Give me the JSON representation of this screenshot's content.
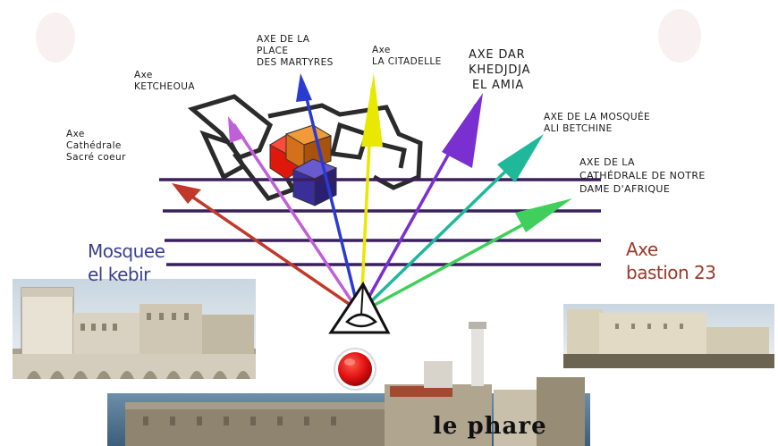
{
  "labels": {
    "ketcheoua": [
      "Axe",
      "KETCHEOUA"
    ],
    "place_martyres": [
      "AXE DE LA",
      "PLACE",
      "DES MARTYRES"
    ],
    "citadelle": [
      "Axe",
      "LA CITADELLE"
    ],
    "dar_khedjdja": [
      "AXE DAR",
      "KHEDJDJA",
      "EL AMIA"
    ],
    "cathedrale_sacre_coeur": [
      "Axe",
      "Cathédrale",
      "Sacré coeur"
    ],
    "mosquee_ali_betchine": [
      "AXE DE LA MOSQUÉE",
      "ALI BETCHINE"
    ],
    "notre_dame": [
      "AXE DE LA",
      "CATHÉDRALE DE NOTRE",
      "DAME D'AFRIQUE"
    ]
  },
  "side_labels": {
    "mosquee_kebir": [
      "Mosquee",
      "el kebir"
    ],
    "bastion_23": [
      "Axe",
      "bastion 23"
    ]
  },
  "caption": "le phare",
  "colors": {
    "red_arrow": "#c0392b",
    "magenta_arrow": "#c060d8",
    "blue_arrow": "#2a3bd0",
    "yellow_arrow": "#e8e800",
    "violet_arrow": "#7a2fd0",
    "teal_arrow": "#1fb89a",
    "green_arrow": "#3fcf5a",
    "horizontal_lines": "#3a1f5c",
    "mosquee_text": "#3a3f8f",
    "bastion_text": "#9a3a2a",
    "sun": "#e01010"
  }
}
